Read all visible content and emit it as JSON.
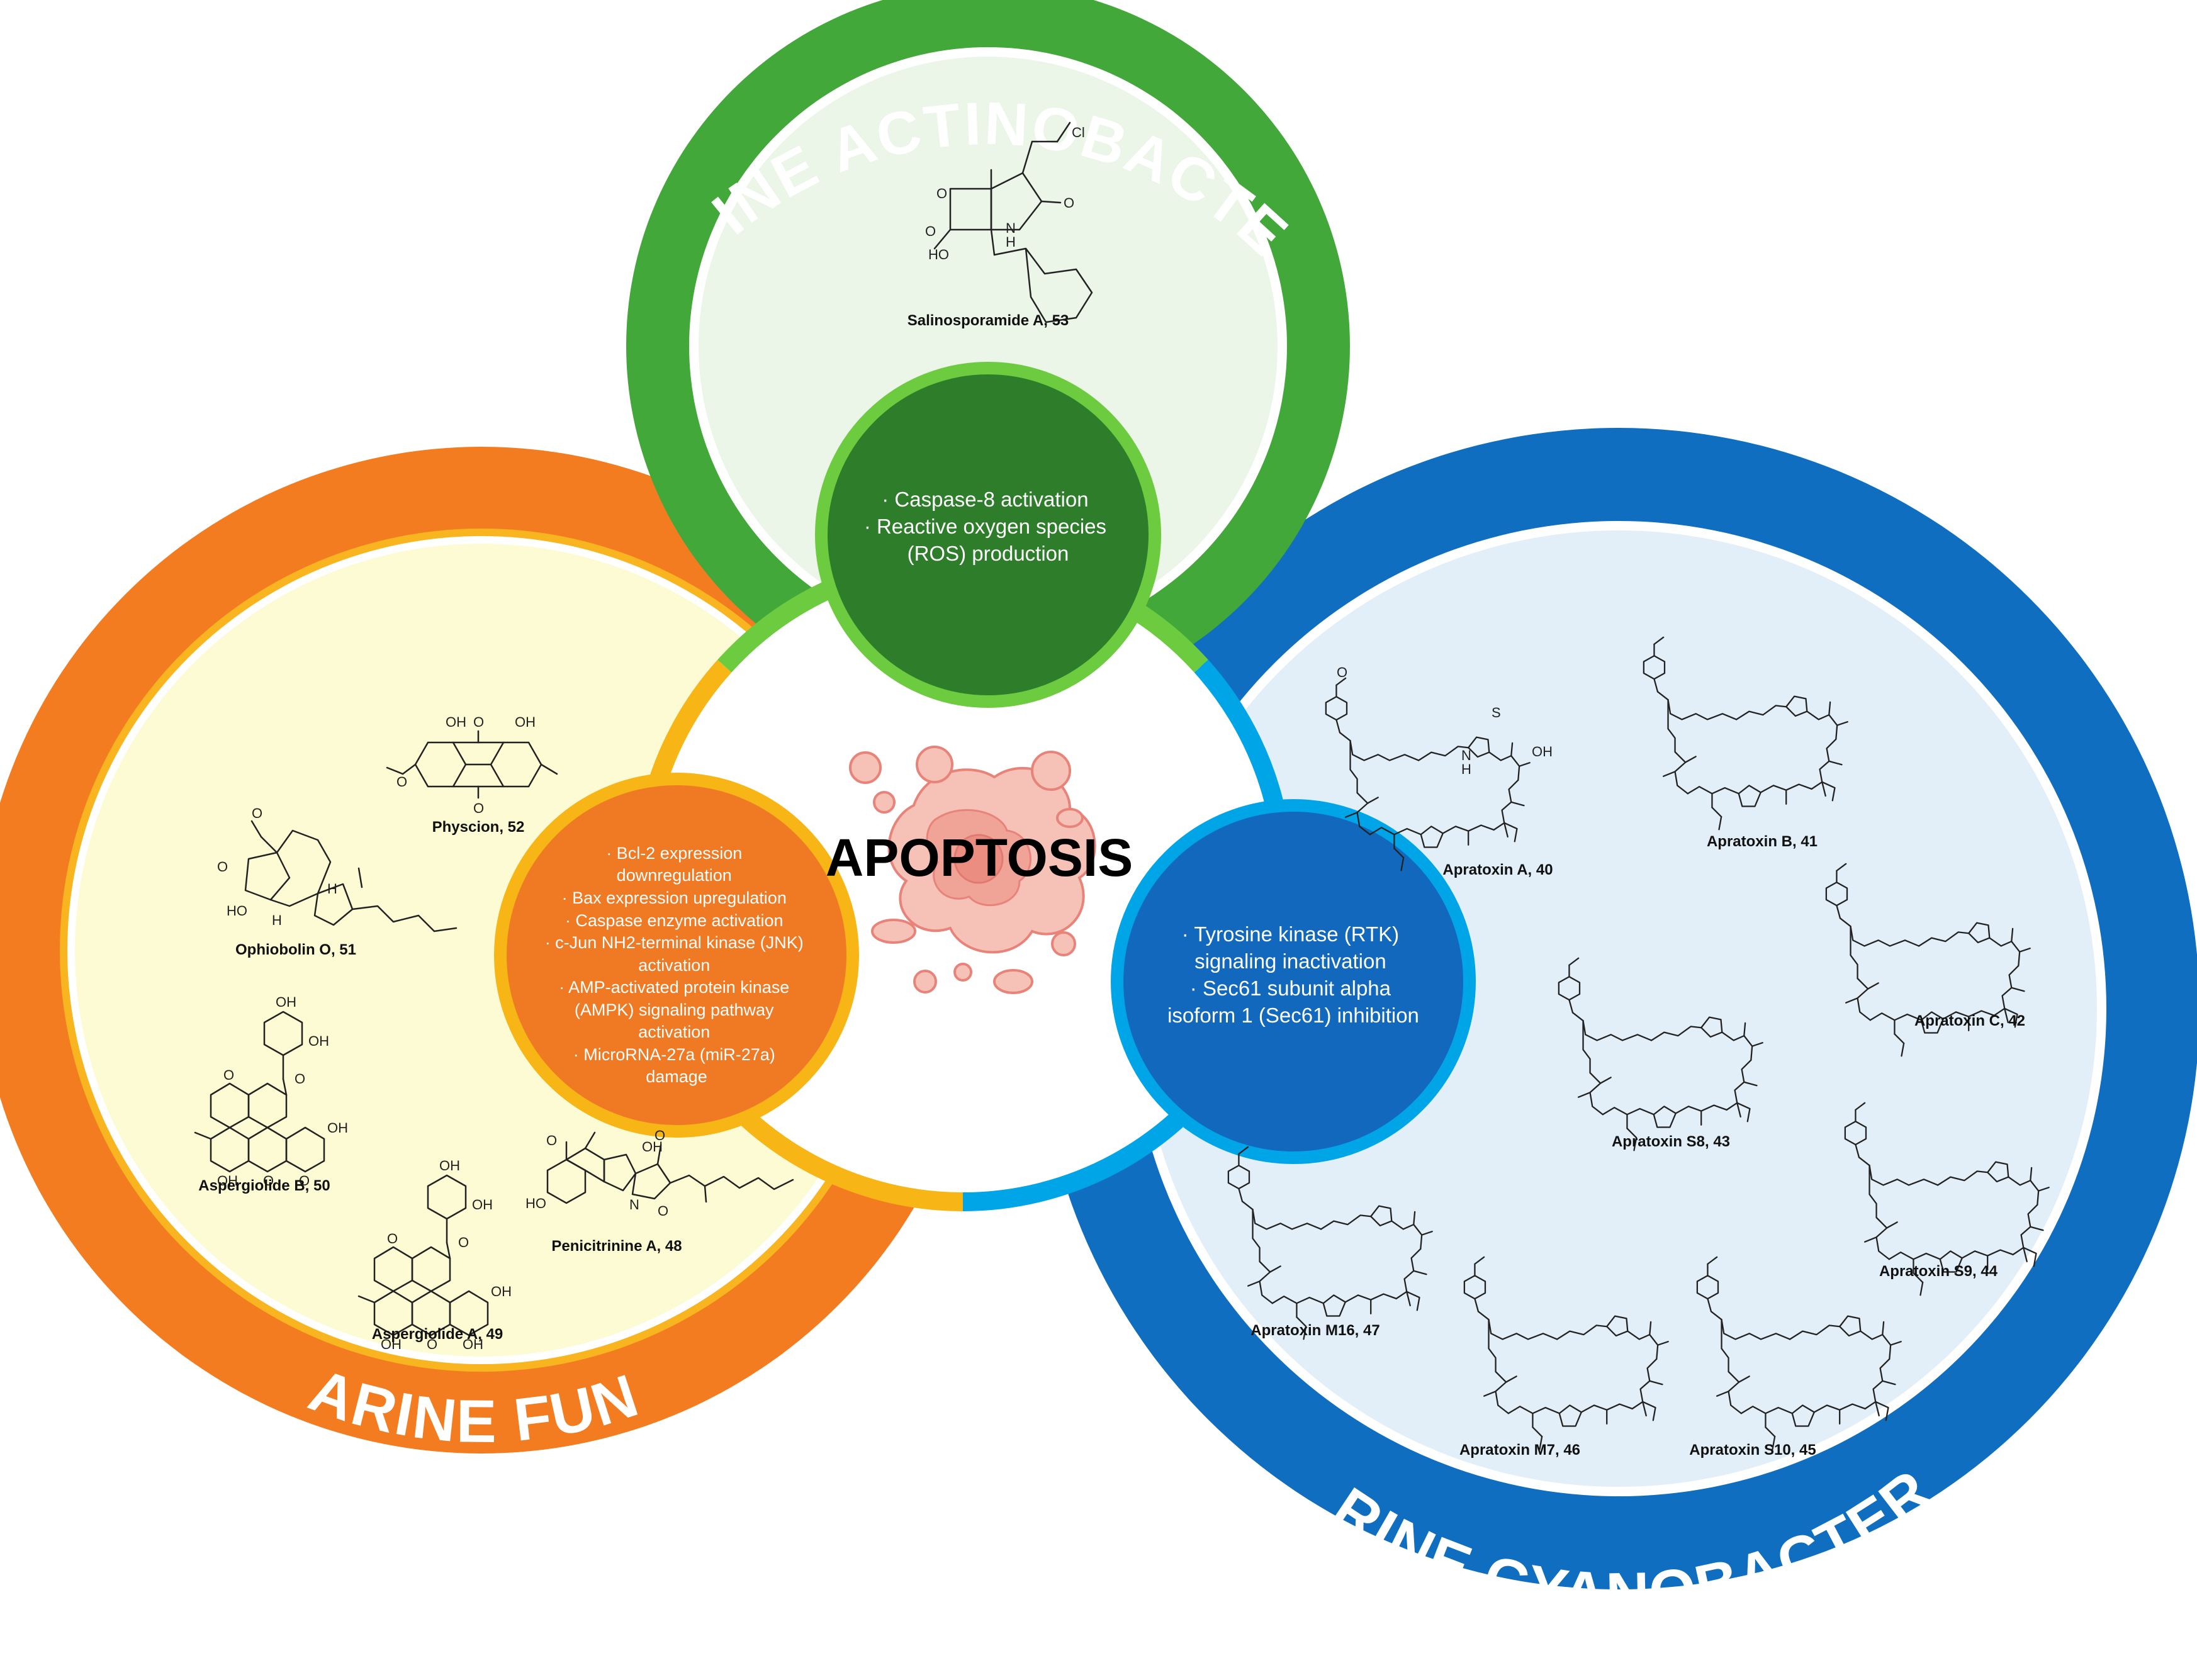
{
  "center": {
    "title": "APOPTOSIS"
  },
  "actinobacteria": {
    "title": "MARINE ACTINOBACTERIA",
    "colors": {
      "outer": "#43a83a",
      "inner": "#ebf5e8",
      "center": "#2e7d2a",
      "accent": "#6ccb3e"
    },
    "mechanisms": [
      "· Caspase-8 activation",
      "· Reactive oxygen species",
      "(ROS) production"
    ],
    "compounds": [
      {
        "label": "Salinosporamide A, 53",
        "atoms": [
          "Cl",
          "O",
          "O",
          "N",
          "H",
          "HO",
          "O"
        ]
      }
    ]
  },
  "fungi": {
    "title": "MARINE FUNGI",
    "colors": {
      "outer": "#f47c20",
      "inner": "#fdfbd3",
      "center": "#f07a24",
      "accent": "#f7b516"
    },
    "mechanisms": [
      "· Bcl-2 expression",
      "downregulation",
      "· Bax expression upregulation",
      "· Caspase enzyme activation",
      "· c-Jun NH2-terminal kinase (JNK)",
      "activation",
      "· AMP-activated protein kinase",
      "(AMPK) signaling pathway",
      "activation",
      "· MicroRNA-27a (miR-27a)",
      "damage"
    ],
    "compounds": [
      {
        "label": "Physcion, 52",
        "atoms": [
          "OH",
          "O",
          "OH",
          "O",
          "O"
        ]
      },
      {
        "label": "Ophiobolin O, 51",
        "atoms": [
          "O",
          "O",
          "HO",
          "H",
          "H"
        ]
      },
      {
        "label": "Aspergiolide B, 50",
        "atoms": [
          "OH",
          "OH",
          "O",
          "O",
          "OH",
          "O",
          "OH",
          "O"
        ]
      },
      {
        "label": "Aspergiolide A, 49",
        "atoms": [
          "OH",
          "OH",
          "O",
          "O",
          "OH",
          "O",
          "OH",
          "OH"
        ]
      },
      {
        "label": "Penicitrinine A, 48",
        "atoms": [
          "O",
          "OH",
          "O",
          "N",
          "O",
          "HO"
        ]
      }
    ]
  },
  "cyanobacteria": {
    "title": "MARINE CYANOBACTERIA",
    "colors": {
      "outer": "#0f6ebf",
      "inner": "#e3eff8",
      "center": "#1168bd",
      "accent": "#00a5e8"
    },
    "mechanisms": [
      "· Tyrosine kinase (RTK)",
      "signaling inactivation",
      "· Sec61 subunit alpha",
      "isoform 1 (Sec61) inhibition"
    ],
    "compounds": [
      {
        "label": "Apratoxin A, 40"
      },
      {
        "label": "Apratoxin B, 41"
      },
      {
        "label": "Apratoxin C, 42"
      },
      {
        "label": "Apratoxin S8, 43"
      },
      {
        "label": "Apratoxin S9, 44"
      },
      {
        "label": "Apratoxin M16, 47"
      },
      {
        "label": "Apratoxin M7, 46"
      },
      {
        "label": "Apratoxin S10, 45"
      }
    ],
    "atoms": [
      "O",
      "S",
      "N",
      "H",
      "OH"
    ]
  }
}
